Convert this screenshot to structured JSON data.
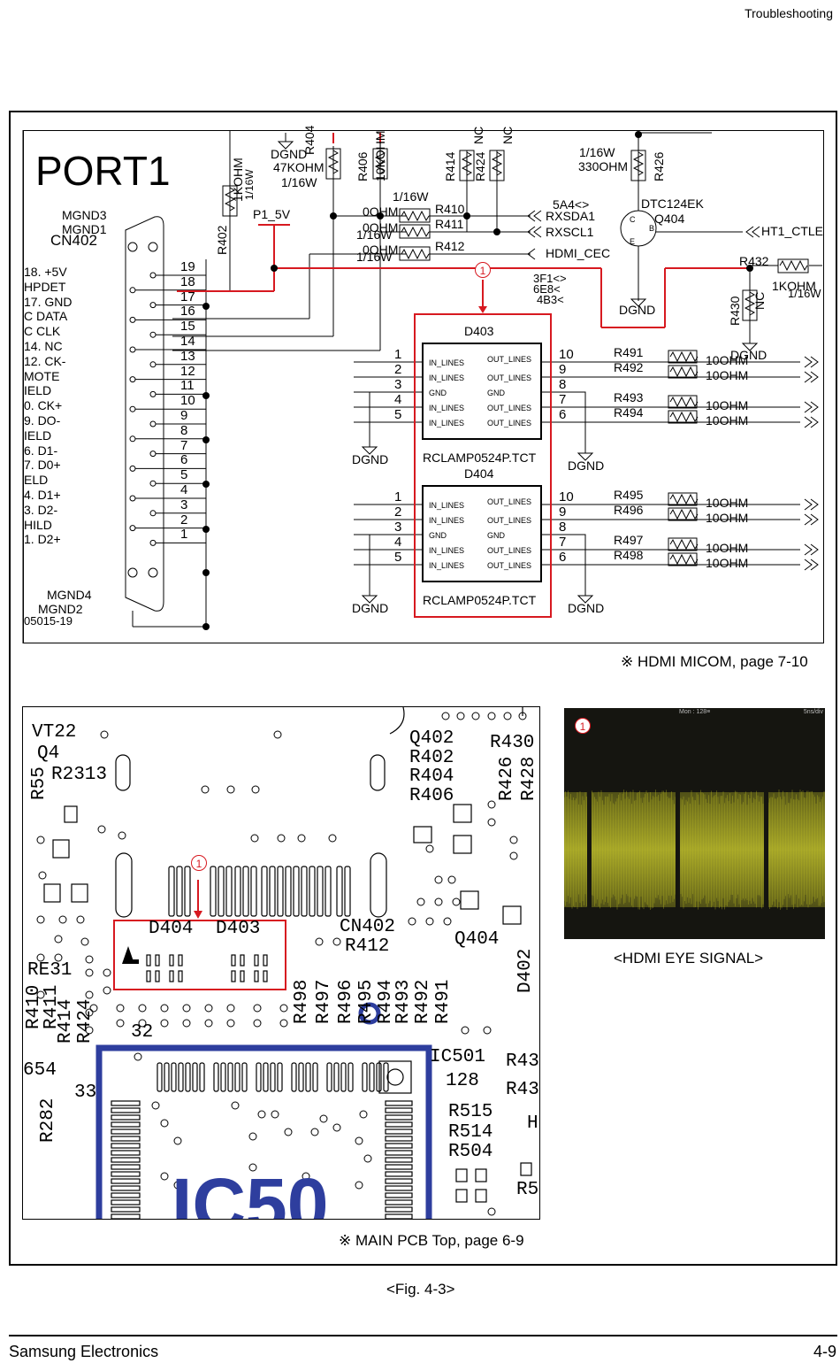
{
  "header": {
    "section": "Troubleshooting"
  },
  "schematic": {
    "title": "PORT1",
    "connector": {
      "ref": "CN402",
      "part_suffix": "05015-19",
      "mgnd_top": [
        "MGND3",
        "MGND1"
      ],
      "mgnd_bottom": [
        "MGND4",
        "MGND2"
      ]
    },
    "pin_names": [
      "18. +5V",
      "HPDET",
      "17. GND",
      "C DATA",
      "C CLK",
      "14. NC",
      "12. CK-",
      "MOTE",
      "IELD",
      "0. CK+",
      "9. DO-",
      "IELD",
      "6. D1-",
      "7. D0+",
      "ELD",
      "4. D1+",
      "3. D2-",
      "HILD",
      "1. D2+"
    ],
    "pin_numbers": [
      "19",
      "18",
      "17",
      "16",
      "15",
      "14",
      "13",
      "12",
      "11",
      "10",
      "9",
      "8",
      "7",
      "6",
      "5",
      "4",
      "3",
      "2",
      "1"
    ],
    "power": {
      "p1_5v": "P1_5V",
      "dgnd": "DGND"
    },
    "resistors": {
      "r404": {
        "ref": "R404",
        "value": "47KOHM",
        "rating": "1/16W"
      },
      "r402": {
        "ref": "R402",
        "value": "1KOHM",
        "rating": "1/16W"
      },
      "r406": {
        "ref": "R406",
        "value": "10KOHM",
        "rating": "1/16W"
      },
      "r414": "R414",
      "r424": "R424",
      "nc": "NC",
      "r410": "R410",
      "r411": "R411",
      "r412": "R412",
      "zero_ohm": "0OHM",
      "r426": {
        "ref": "R426",
        "value": "330OHM",
        "rating": "1/16W"
      },
      "r432": {
        "ref": "R432",
        "value": "1KOHM",
        "rating": "1/16W"
      },
      "r430": "R430"
    },
    "signals": {
      "rxsda1": "RXSDA1",
      "rxscl1": "RXSCL1",
      "hdmi_cec": "HDMI_CEC",
      "ht1_ctle": "HT1_CTLE",
      "ref_5a4": "5A4<>",
      "ref_3f1": "3F1<>",
      "ref_6e8": "6E8<",
      "ref_4b3": "4B3<"
    },
    "transistor": {
      "part": "DTC124EK",
      "ref": "Q404",
      "pins": [
        "C",
        "B",
        "E"
      ]
    },
    "chips": [
      {
        "ref": "D403",
        "part": "RCLAMP0524P.TCT",
        "left_pins": [
          "1",
          "2",
          "3",
          "4",
          "5"
        ],
        "right_pins": [
          "10",
          "9",
          "8",
          "7",
          "6"
        ],
        "left_labels": [
          "IN_LINES",
          "IN_LINES",
          "GND",
          "IN_LINES",
          "IN_LINES"
        ],
        "right_labels": [
          "OUT_LINES",
          "OUT_LINES",
          "GND",
          "OUT_LINES",
          "OUT_LINES"
        ],
        "resistors": [
          "R491",
          "R492",
          "R493",
          "R494"
        ],
        "values": [
          "10OHM",
          "10OHM",
          "10OHM",
          "10OHM"
        ]
      },
      {
        "ref": "D404",
        "part": "RCLAMP0524P.TCT",
        "left_pins": [
          "1",
          "2",
          "3",
          "4",
          "5"
        ],
        "right_pins": [
          "10",
          "9",
          "8",
          "7",
          "6"
        ],
        "left_labels": [
          "IN_LINES",
          "IN_LINES",
          "GND",
          "IN_LINES",
          "IN_LINES"
        ],
        "right_labels": [
          "OUT_LINES",
          "OUT_LINES",
          "GND",
          "OUT_LINES",
          "OUT_LINES"
        ],
        "resistors": [
          "R495",
          "R496",
          "R497",
          "R498"
        ],
        "values": [
          "10OHM",
          "10OHM",
          "10OHM",
          "10OHM"
        ]
      }
    ],
    "callout": "1",
    "reference": "※ HDMI MICOM, page 7-10"
  },
  "pcb": {
    "labels": [
      "VT22",
      "Q4",
      "R2313",
      "R55",
      "Q402",
      "R402",
      "R404",
      "R406",
      "R430",
      "R426",
      "R428",
      "D404",
      "D403",
      "CN402",
      "R412",
      "Q404",
      "D402",
      "RE31",
      "R410",
      "R411",
      "R414",
      "R424",
      "R498",
      "R497",
      "R496",
      "R495",
      "R494",
      "R493",
      "R492",
      "R491",
      "32",
      "654",
      "33",
      "R282",
      "IC501",
      "128",
      "R515",
      "R514",
      "R504",
      "R43",
      "R43",
      "H",
      "R5",
      "IC50"
    ],
    "callout": "1",
    "reference": "※ MAIN PCB Top, page 6-9"
  },
  "eye": {
    "callout": "1",
    "header_text": "Mon : 128≡",
    "scale": "5ns/div",
    "caption": "<HDMI EYE SIGNAL>"
  },
  "figure": {
    "caption": "<Fig. 4-3>"
  },
  "footer": {
    "company": "Samsung Electronics",
    "page": "4-9"
  },
  "colors": {
    "accent_red": "#d71920",
    "pcb_blue": "#2e3e9e",
    "eye_yellow": "#c8c820"
  }
}
